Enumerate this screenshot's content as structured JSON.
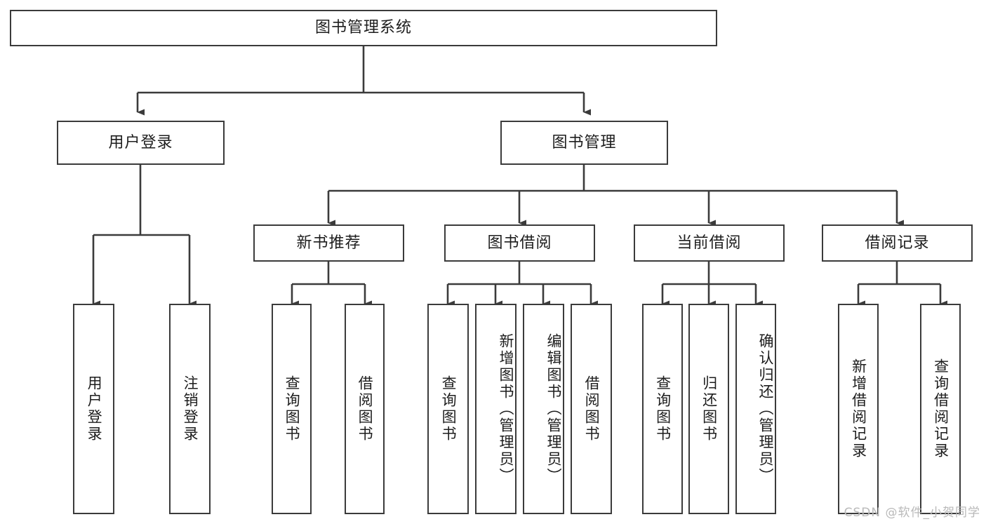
{
  "diagram": {
    "title": "图书管理系统",
    "type": "tree",
    "watermark": "CSDN @软件_小贺同学",
    "line_color": "#3b3b3b",
    "box_fill": "#ffffff",
    "text_color": "#1d1d1d",
    "root": {
      "id": "root",
      "label": "图书管理系统"
    },
    "level2": [
      {
        "id": "user-login",
        "label": "用户登录"
      },
      {
        "id": "book-manage",
        "label": "图书管理"
      }
    ],
    "level3": [
      {
        "id": "new-book-recommend",
        "label": "新书推荐",
        "parent": "book-manage"
      },
      {
        "id": "book-borrow",
        "label": "图书借阅",
        "parent": "book-manage"
      },
      {
        "id": "current-borrow",
        "label": "当前借阅",
        "parent": "book-manage"
      },
      {
        "id": "borrow-record",
        "label": "借阅记录",
        "parent": "book-manage"
      }
    ],
    "leaves": [
      {
        "id": "leaf-user-login",
        "label": "用户登录",
        "parent": "user-login"
      },
      {
        "id": "leaf-logout-login",
        "label": "注销登录",
        "parent": "user-login"
      },
      {
        "id": "leaf-query-book-1",
        "label": "查询图书",
        "parent": "new-book-recommend"
      },
      {
        "id": "leaf-borrow-book-1",
        "label": "借阅图书",
        "parent": "new-book-recommend"
      },
      {
        "id": "leaf-query-book-2",
        "label": "查询图书",
        "parent": "book-borrow"
      },
      {
        "id": "leaf-add-book",
        "label": "新增图书（管理员）",
        "parent": "book-borrow"
      },
      {
        "id": "leaf-edit-book",
        "label": "编辑图书（管理员）",
        "parent": "book-borrow"
      },
      {
        "id": "leaf-borrow-book-2",
        "label": "借阅图书",
        "parent": "book-borrow"
      },
      {
        "id": "leaf-query-book-3",
        "label": "查询图书",
        "parent": "current-borrow"
      },
      {
        "id": "leaf-return-book",
        "label": "归还图书",
        "parent": "current-borrow"
      },
      {
        "id": "leaf-confirm-return",
        "label": "确认归还（管理员）",
        "parent": "current-borrow"
      },
      {
        "id": "leaf-add-record",
        "label": "新增借阅记录",
        "parent": "borrow-record"
      },
      {
        "id": "leaf-query-record",
        "label": "查询借阅记录",
        "parent": "borrow-record"
      }
    ]
  }
}
